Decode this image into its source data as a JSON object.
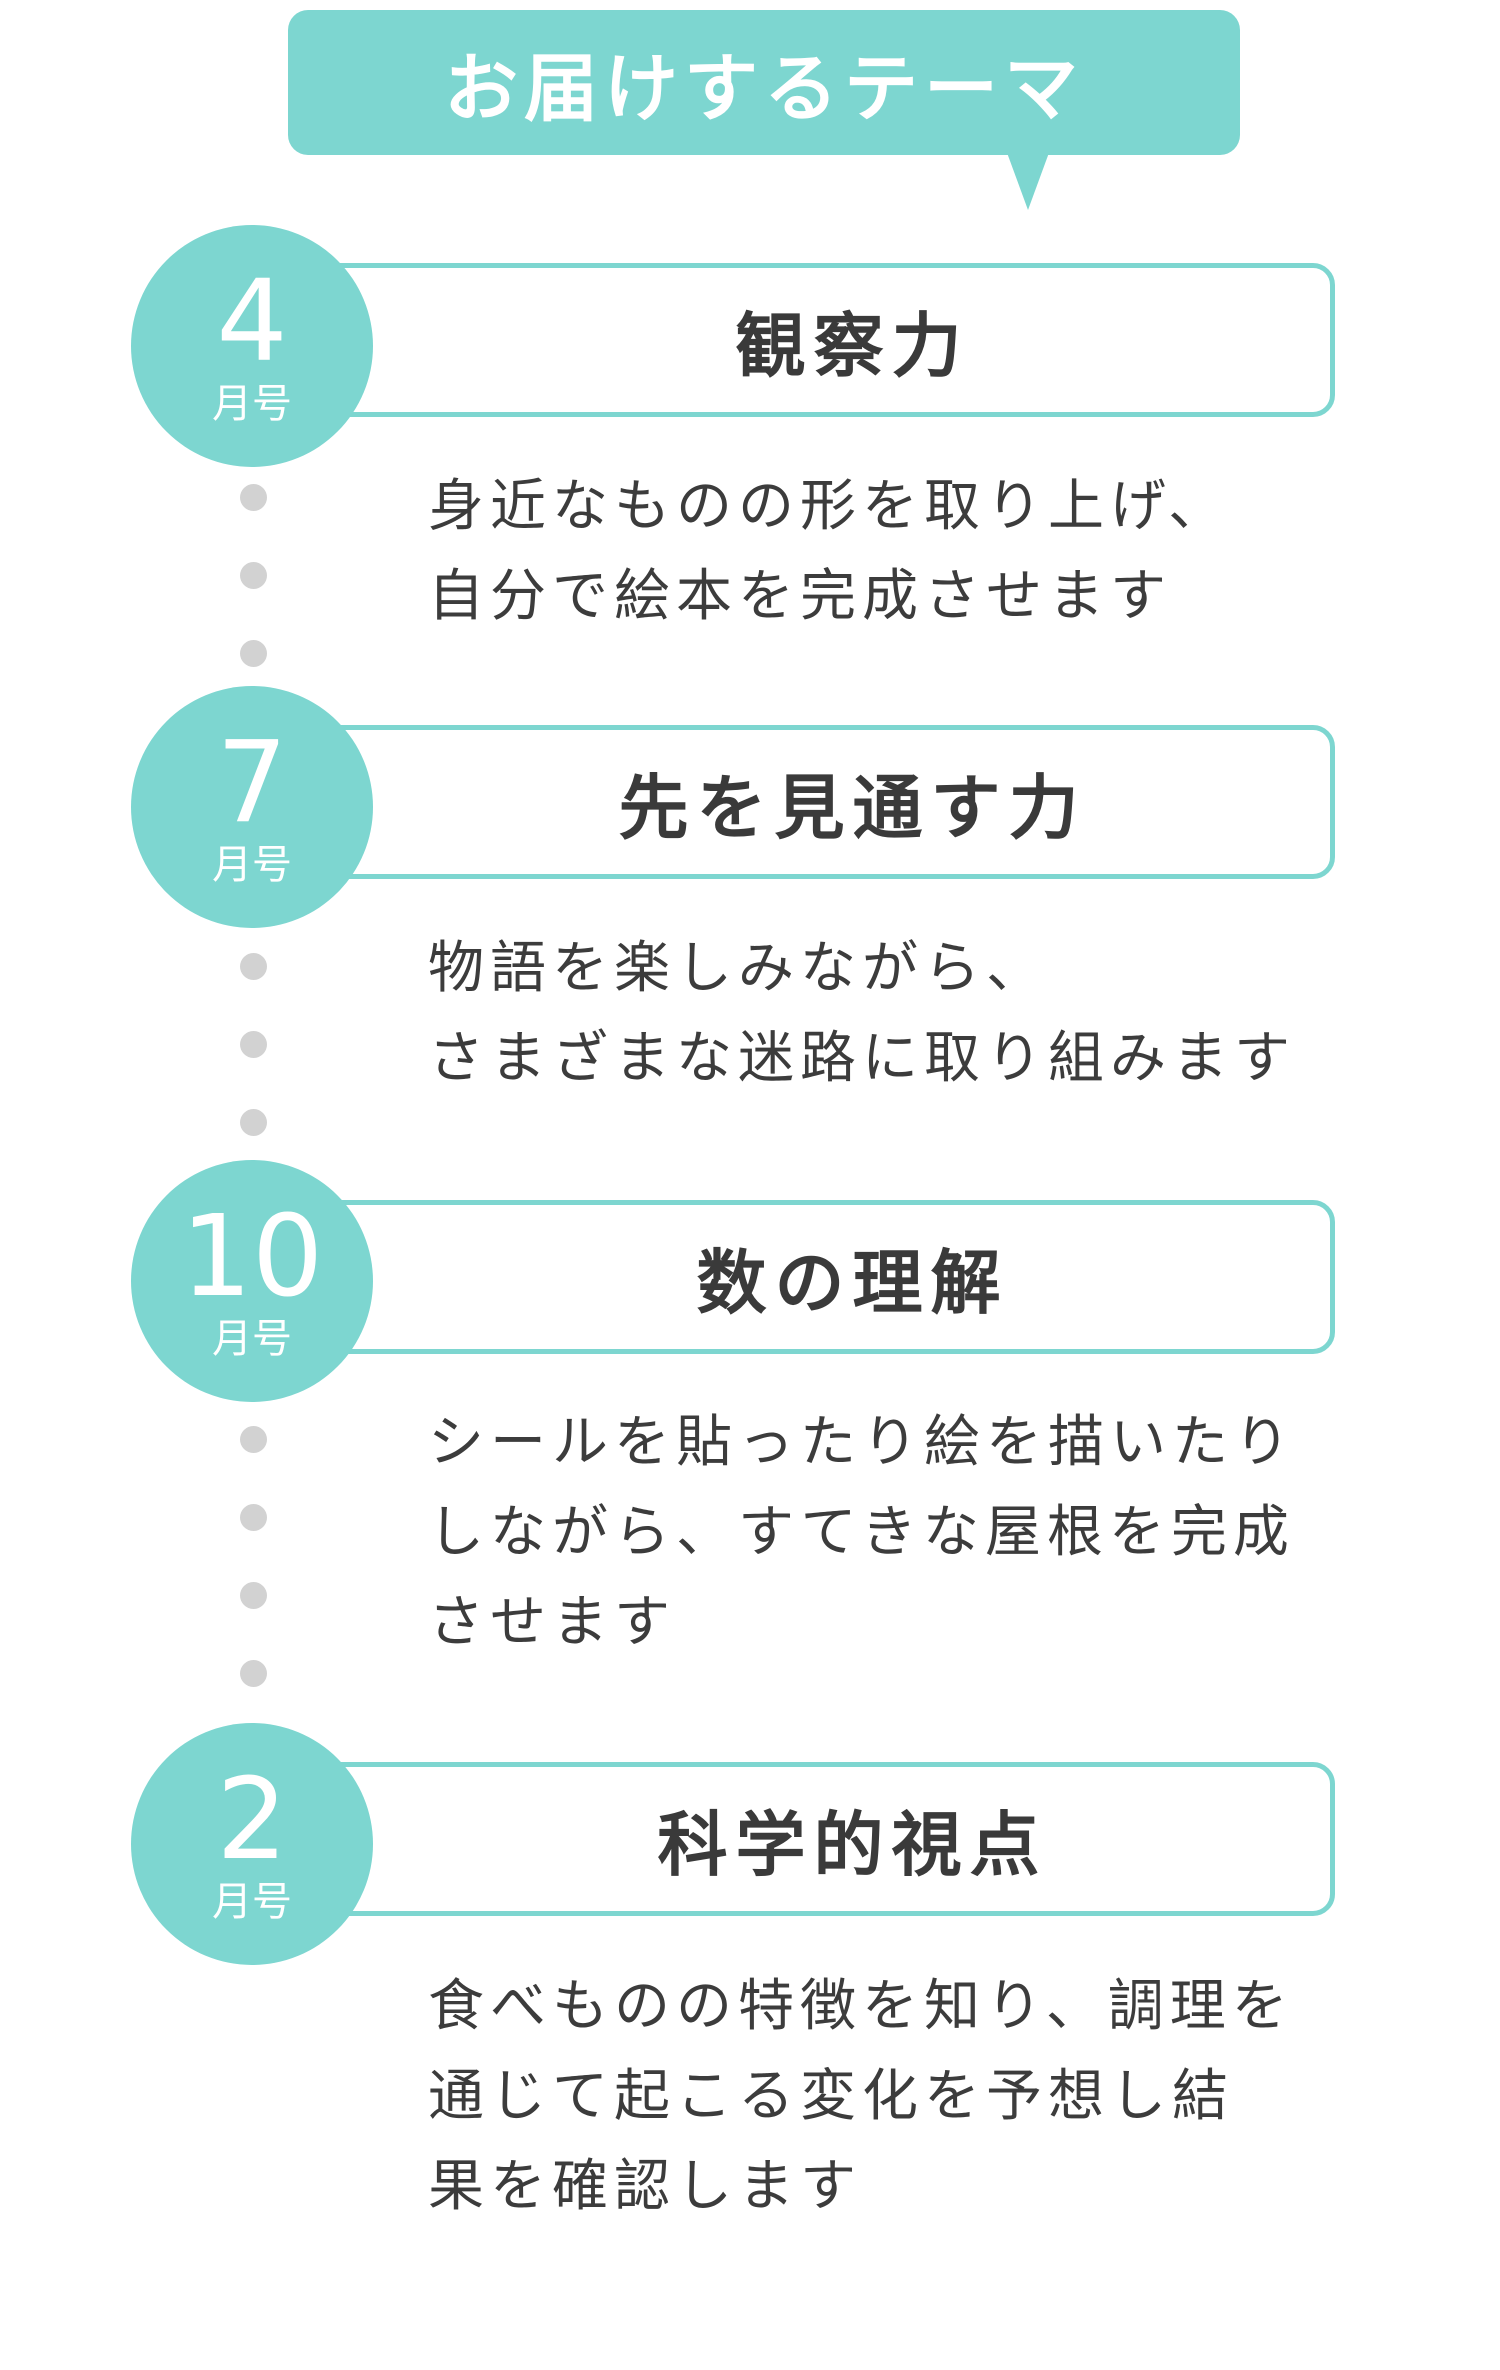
{
  "colors": {
    "accent": "#7dd6d0",
    "text": "#3c3c3c",
    "dot": "#d2d2d2"
  },
  "header": {
    "title": "お届けするテーマ"
  },
  "themes": [
    {
      "month": "4",
      "unit": "月号",
      "title": "観察力",
      "desc_lines": [
        "身近なものの形を取り上げ、",
        "自分で絵本を完成させます"
      ]
    },
    {
      "month": "7",
      "unit": "月号",
      "title": "先を見通す力",
      "desc_lines": [
        "物語を楽しみながら、",
        "さまざまな迷路に取り組みます"
      ]
    },
    {
      "month": "10",
      "unit": "月号",
      "title": "数の理解",
      "desc_lines": [
        "シールを貼ったり絵を描いたり",
        "しながら、すてきな屋根を完成",
        "させます"
      ]
    },
    {
      "month": "2",
      "unit": "月号",
      "title": "科学的視点",
      "desc_lines": [
        "食べものの特徴を知り、調理を",
        "通じて起こる変化を予想し結",
        "果を確認します"
      ]
    }
  ]
}
